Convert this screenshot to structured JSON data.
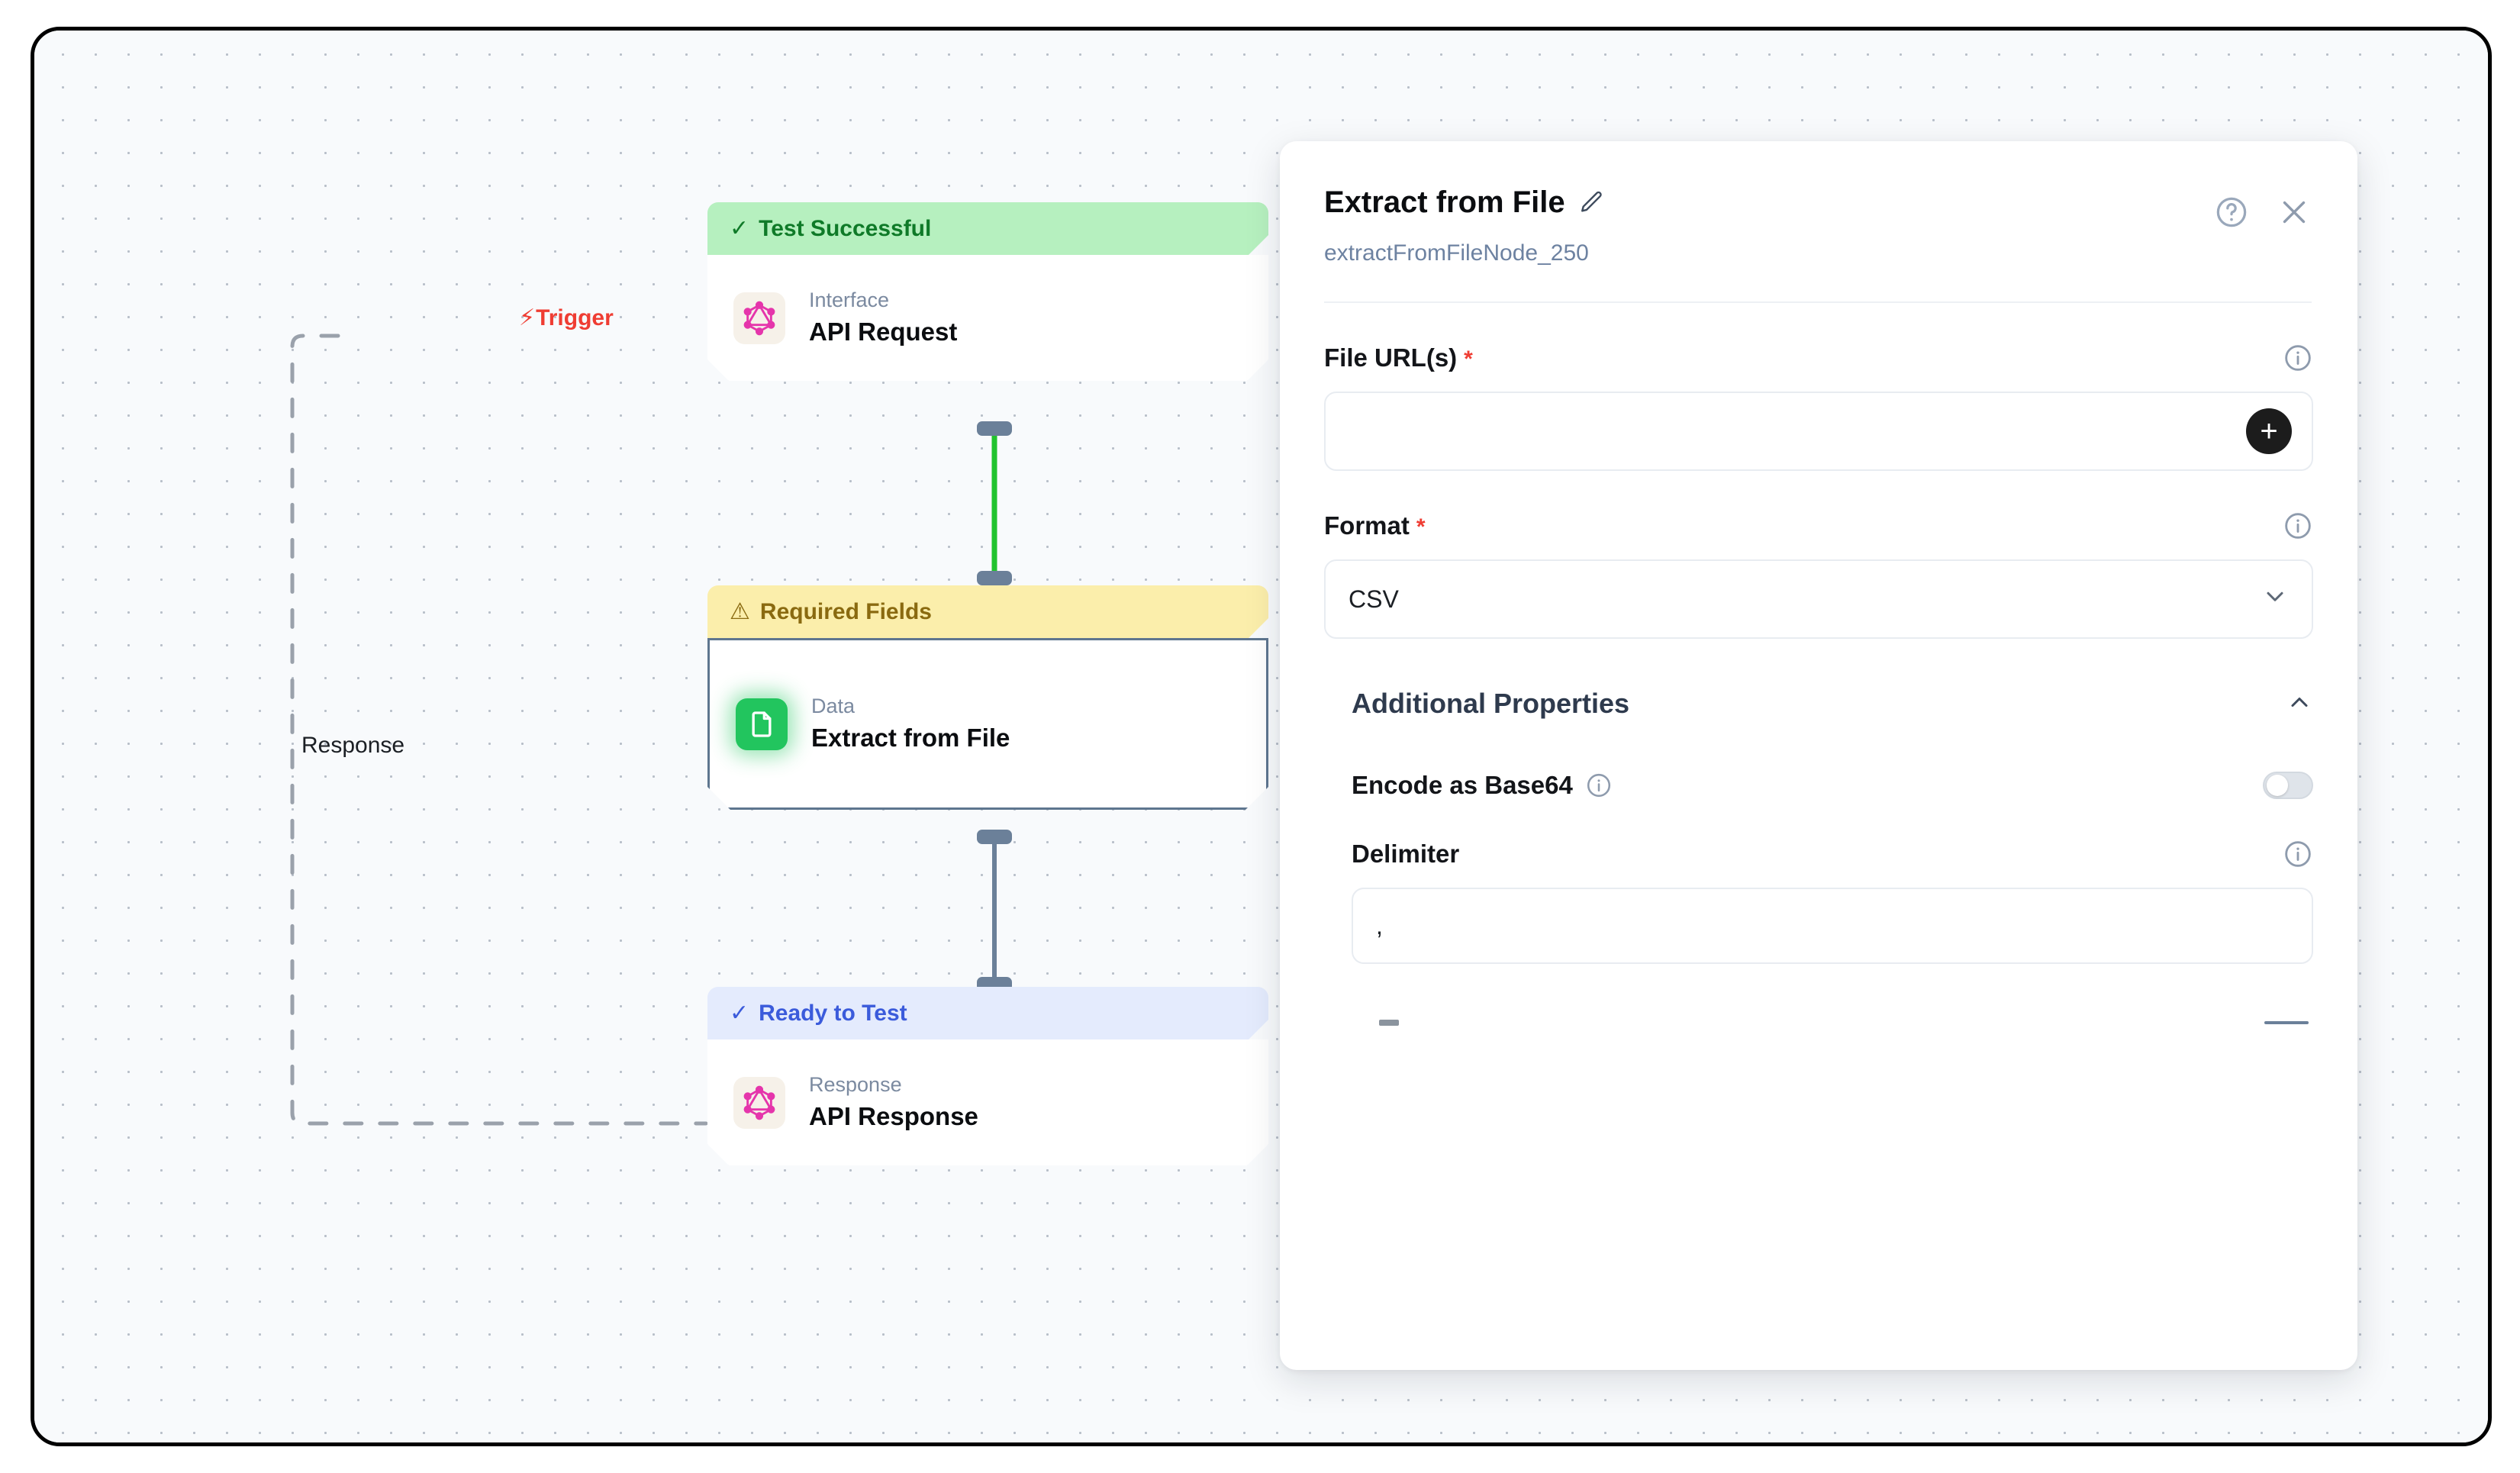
{
  "canvas": {
    "edge_labels": {
      "trigger": "Trigger",
      "trigger_icon": "lightning-bolt-icon",
      "response": "Response"
    },
    "nodes": [
      {
        "id": "api-request",
        "status_text": "Test Successful",
        "status_icon": "check-icon",
        "kind": "Interface",
        "title": "API Request",
        "icon": "graphql-icon",
        "selected": false
      },
      {
        "id": "extract-file",
        "status_text": "Required Fields",
        "status_icon": "warning-triangle-icon",
        "kind": "Data",
        "title": "Extract from File",
        "icon": "file-document-icon",
        "selected": true
      },
      {
        "id": "api-response",
        "status_text": "Ready to Test",
        "status_icon": "check-icon",
        "kind": "Response",
        "title": "API Response",
        "icon": "graphql-icon",
        "selected": false
      }
    ]
  },
  "panel": {
    "title": "Extract from File",
    "edit_icon": "pencil-icon",
    "help_icon": "help-circle-icon",
    "close_icon": "close-x-icon",
    "subtitle": "extractFromFileNode_250",
    "fields": {
      "file_urls": {
        "label": "File URL(s)",
        "required_marker": "*",
        "value": "",
        "placeholder": "",
        "add_button_label": "+",
        "info_icon": "info-circle-icon"
      },
      "format": {
        "label": "Format",
        "required_marker": "*",
        "value": "CSV",
        "options": [
          "CSV"
        ],
        "chevron_icon": "chevron-down-icon",
        "info_icon": "info-circle-icon"
      }
    },
    "additional_properties": {
      "title": "Additional Properties",
      "collapse_icon": "chevron-up-icon",
      "expanded": true,
      "encode_base64": {
        "label": "Encode as Base64",
        "info_icon": "info-circle-icon",
        "enabled": false
      },
      "delimiter": {
        "label": "Delimiter",
        "info_icon": "info-circle-icon",
        "value": ","
      }
    }
  },
  "colors": {
    "success_bg": "#b6f0bf",
    "success_fg": "#0f7a28",
    "warning_bg": "#fbeeab",
    "warning_fg": "#8a6a10",
    "ready_bg": "#e4ebfd",
    "ready_fg": "#3b5bdb",
    "trigger": "#ef3d33",
    "required": "#ef3d33",
    "edge_active": "#22c32e",
    "edge_default": "#6b8099",
    "selected_border": "#5e768f"
  }
}
